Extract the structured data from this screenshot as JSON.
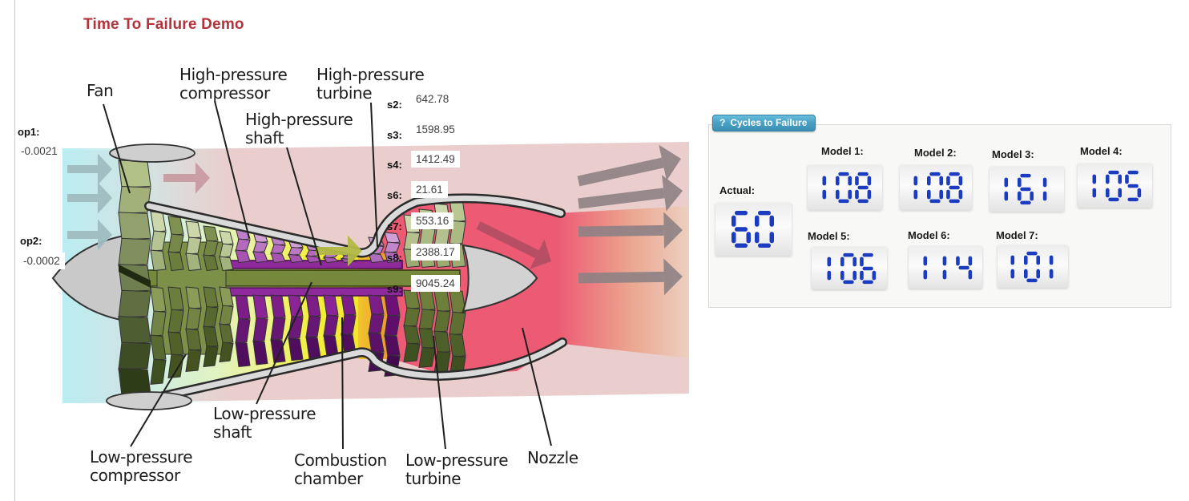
{
  "page": {
    "title": "Time To Failure Demo"
  },
  "engine": {
    "labels": {
      "fan": "Fan",
      "hp_compressor": "High-pressure\ncompressor",
      "hp_turbine": "High-pressure\nturbine",
      "hp_shaft": "High-pressure\nshaft",
      "lp_shaft": "Low-pressure\nshaft",
      "lp_compressor": "Low-pressure\ncompressor",
      "combustion_chamber": "Combustion\nchamber",
      "lp_turbine": "Low-pressure\nturbine",
      "nozzle": "Nozzle"
    },
    "op_inputs": [
      {
        "id": "op1",
        "label": "op1:",
        "value": "-0.0021"
      },
      {
        "id": "op2",
        "label": "op2:",
        "value": "-0.0002"
      }
    ],
    "sensors": [
      {
        "id": "s2",
        "label": "s2:",
        "value": "642.78"
      },
      {
        "id": "s3",
        "label": "s3:",
        "value": "1598.95"
      },
      {
        "id": "s4",
        "label": "s4:",
        "value": "1412.49"
      },
      {
        "id": "s6",
        "label": "s6:",
        "value": "21.61"
      },
      {
        "id": "s7",
        "label": "s7:",
        "value": "553.16"
      },
      {
        "id": "s8",
        "label": "s8:",
        "value": "2388.17"
      },
      {
        "id": "s9",
        "label": "s9:",
        "value": "9045.24"
      }
    ]
  },
  "panel": {
    "header_help": "?",
    "header_title": "Cycles to Failure",
    "actual": {
      "label": "Actual:",
      "value": "60"
    },
    "models": [
      {
        "label": "Model 1:",
        "value": "108"
      },
      {
        "label": "Model 2:",
        "value": "108"
      },
      {
        "label": "Model 3:",
        "value": "161"
      },
      {
        "label": "Model 4:",
        "value": "105"
      },
      {
        "label": "Model 5:",
        "value": "106"
      },
      {
        "label": "Model 6:",
        "value": "114"
      },
      {
        "label": "Model 7:",
        "value": "101"
      }
    ],
    "colors": {
      "digit": "#1b3cc0",
      "tab": "#4aa3c7",
      "title": "#b2333b"
    }
  }
}
